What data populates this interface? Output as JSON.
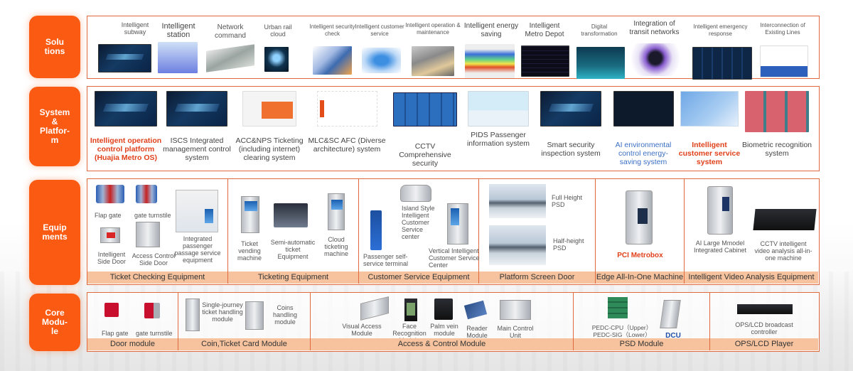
{
  "rows": [
    {
      "label": "Solu\ntions",
      "items": [
        {
          "label": "Intelligent subway"
        },
        {
          "label": "Intelligent station"
        },
        {
          "label": "Network command"
        },
        {
          "label": "Urban rail cloud"
        },
        {
          "label": "Intelligent security check"
        },
        {
          "label": "Intelligent customer service"
        },
        {
          "label": "Intelligent operation & maintenance"
        },
        {
          "label": "Intelligent energy saving"
        },
        {
          "label": "Intelligent Metro Depot"
        },
        {
          "label": "Digital transformation"
        },
        {
          "label": "Integration of transit networks"
        },
        {
          "label": "Intelligent emergency response"
        },
        {
          "label": "Interconnection of Existing Lines"
        }
      ]
    },
    {
      "label": "System\n&\nPlatfor-\nm",
      "items": [
        {
          "label": "Intelligent operation control platform (Huajia Metro OS)",
          "style": "highlight-red"
        },
        {
          "label": "ISCS Integrated management control system"
        },
        {
          "label": "ACC&NPS Ticketing (including internet) clearing system"
        },
        {
          "label": "MLC&SC AFC (Diverse architecture) system"
        },
        {
          "label": "CCTV Comprehensive security"
        },
        {
          "label": "PIDS Passenger information system"
        },
        {
          "label": "Smart security inspection system"
        },
        {
          "label": "AI environmental control energy-saving system",
          "style": "highlight-blue"
        },
        {
          "label": "Intelligent customer service system",
          "style": "highlight-red"
        },
        {
          "label": "Biometric recognition system"
        }
      ]
    },
    {
      "label": "Equip\nments",
      "groups": [
        {
          "title": "Ticket Checking Equipment",
          "items": [
            "Flap gate",
            "gate turnstile",
            "Intelligent Side Door",
            "Access Control Side Door",
            "Integrated passenger passage service equipment"
          ]
        },
        {
          "title": "Ticketing Equipment",
          "items": [
            "Ticket vending machine",
            "Semi-automatic ticket Equipment",
            "Cloud ticketing machine"
          ]
        },
        {
          "title": "Customer Service Equipment",
          "items": [
            "Passenger self-service terminal",
            "Island Style Intelligent Customer Service center",
            "Vertical Intelligent Customer Service Center"
          ]
        },
        {
          "title": "Platform Screen Door",
          "items": [
            "Full Height PSD",
            "Half-height PSD"
          ]
        },
        {
          "title": "Edge All-In-One Machine",
          "items": [
            "PCI Metrobox"
          ]
        },
        {
          "title": "Intelligent Video Analysis Equipment",
          "items": [
            "AI Large Mmodel Integrated Cabinet",
            "CCTV intelligent video analysis all-in-one machine"
          ]
        }
      ]
    },
    {
      "label": "Core\nModu-\nle",
      "groups": [
        {
          "title": "Door module",
          "items": [
            "Flap gate",
            "gate turnstile"
          ]
        },
        {
          "title": "Coin,Ticket Card Module",
          "items": [
            "Single-journey ticket handling module",
            "Coins handling module"
          ]
        },
        {
          "title": "Access & Control Module",
          "items": [
            "Visual Access Module",
            "Face Recognition Module",
            "Palm vein module",
            "Reader Module",
            "Main Control Unit"
          ]
        },
        {
          "title": "PSD Module",
          "items": [
            "PEDC-CPU（Upper） PEDC-SIG（Lower）",
            "DCU"
          ]
        },
        {
          "title": "OPS/LCD Player",
          "items": [
            "OPS/LCD broadcast controller"
          ]
        }
      ]
    }
  ],
  "colors": {
    "accent": "#fb5a12",
    "border": "#e06a3e",
    "footer_band": "#f6c39e",
    "highlight_red": "#e0401a",
    "highlight_blue": "#3b6fc4"
  }
}
